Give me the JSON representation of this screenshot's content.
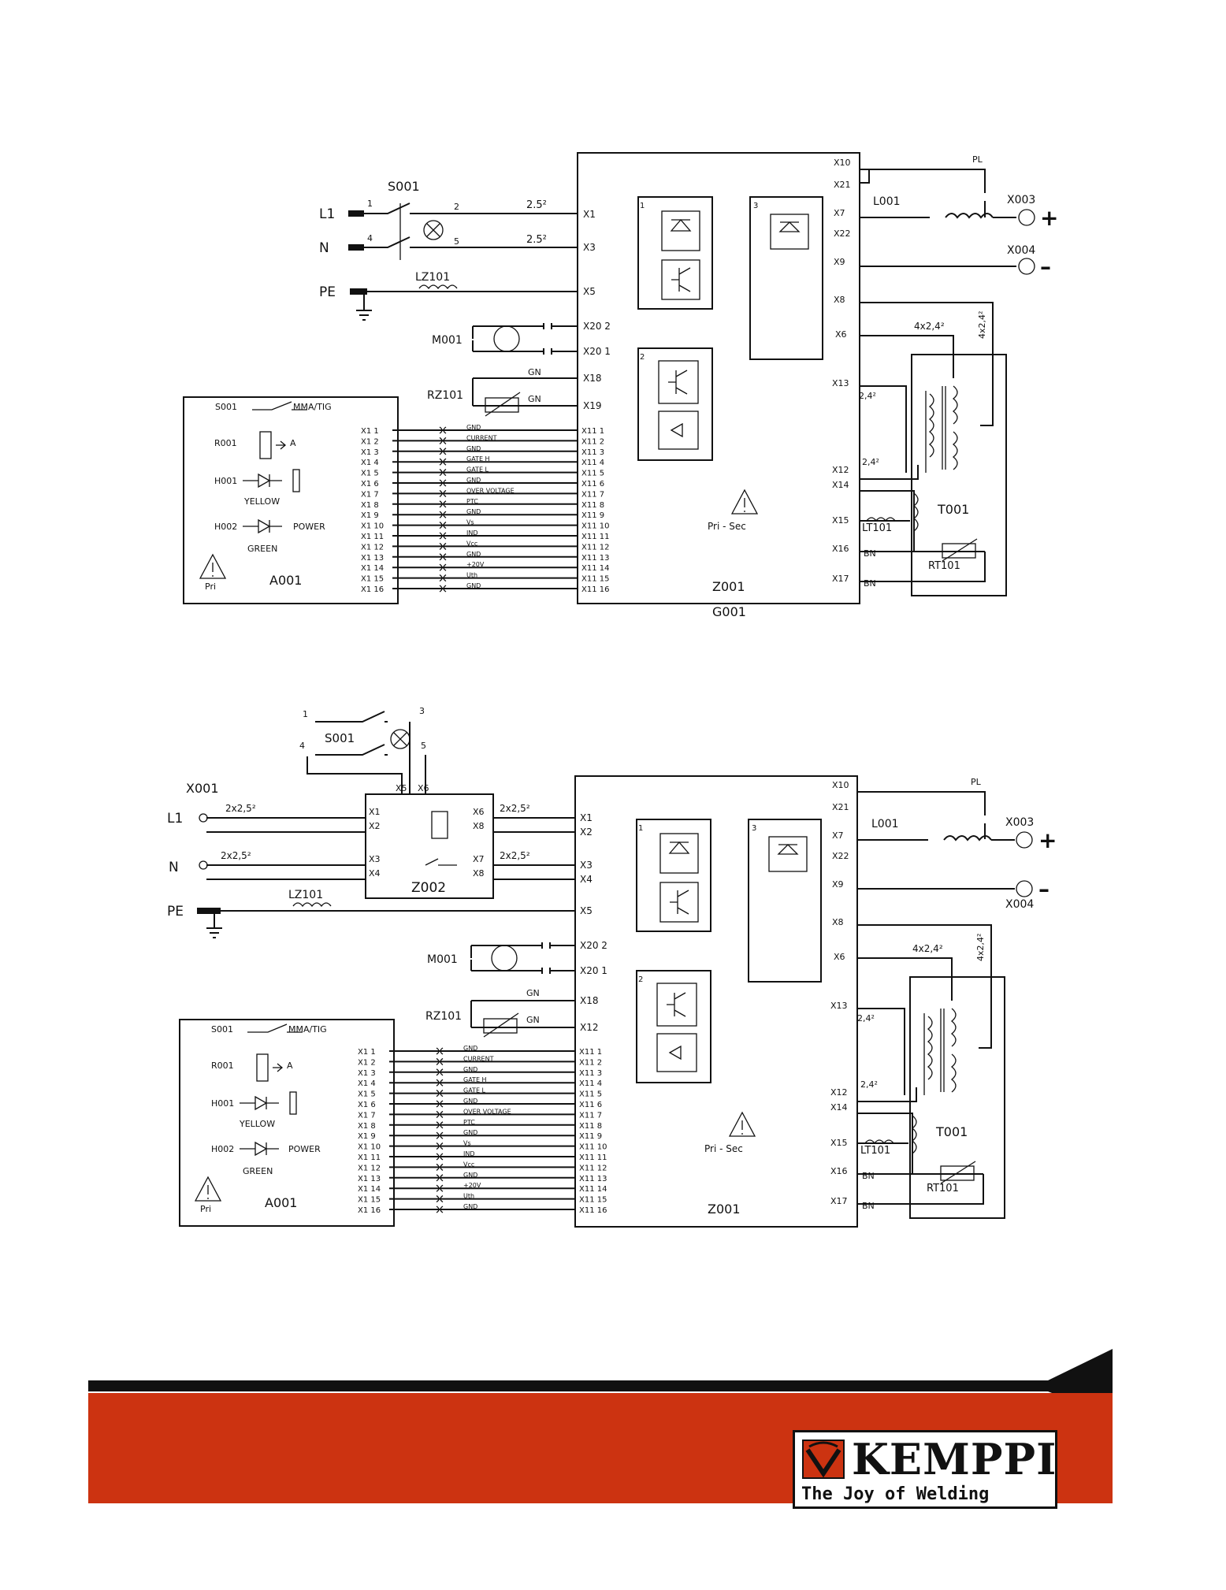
{
  "brand": {
    "name": "KEMPPI",
    "slogan": "The Joy of Welding",
    "accent": "#cc3311"
  },
  "diagram1": {
    "mains": [
      "L1",
      "N",
      "PE"
    ],
    "switch": "S001",
    "switch_terms": [
      "1",
      "2",
      "4",
      "5"
    ],
    "wire_sizes": [
      "2.5²",
      "2.5²"
    ],
    "choke_in": "LZ101",
    "fan": "M001",
    "thermistor_in": "RZ101",
    "gn": [
      "GN",
      "GN"
    ],
    "main_terms": [
      "X1",
      "X3",
      "X5",
      "X20 2",
      "X20 1",
      "X18",
      "X19"
    ],
    "board_a_terms": [
      "X1 1",
      "X1 2",
      "X1 3",
      "X1 4",
      "X1 5",
      "X1 6",
      "X1 7",
      "X1 8",
      "X1 9",
      "X1 10",
      "X1 11",
      "X1 12",
      "X1 13",
      "X1 14",
      "X1 15",
      "X1 16"
    ],
    "board_z_terms": [
      "X11 1",
      "X11 2",
      "X11 3",
      "X11 4",
      "X11 5",
      "X11 6",
      "X11 7",
      "X11 8",
      "X11 9",
      "X11 10",
      "X11 11",
      "X11 12",
      "X11 13",
      "X11 14",
      "X11 15",
      "X11 16"
    ],
    "signals": [
      "GND",
      "CURRENT",
      "GND",
      "GATE H",
      "GATE L",
      "GND",
      "OVER VOLTAGE",
      "PTC",
      "GND",
      "Vs",
      "IND",
      "Vcc",
      "GND",
      "+20V",
      "Uth",
      "GND"
    ],
    "panel": {
      "s": "S001",
      "mode": "MMA/TIG",
      "r": "R001",
      "a": "A",
      "h1": "H001",
      "yellow": "YELLOW",
      "h2": "H002",
      "power": "POWER",
      "green": "GREEN",
      "pri": "Pri",
      "name": "A001"
    },
    "blocks": [
      "1",
      "2",
      "3"
    ],
    "pri_sec": "Pri - Sec",
    "z": "Z001",
    "g": "G001",
    "right_terms": [
      "X10",
      "X21",
      "X7",
      "X22",
      "X9",
      "X8",
      "X6",
      "X13",
      "X12",
      "X14",
      "X15",
      "X16",
      "X17"
    ],
    "pl": "PL",
    "choke_out": "L001",
    "out_pos": "X003",
    "out_neg": "X004",
    "plus": "+",
    "minus": "–",
    "cable": "4x2,4²",
    "cable_v": "4x2,4²",
    "t_sizes": [
      "2,4²",
      "2,4²"
    ],
    "trafo": "T001",
    "lt": "LT101",
    "rt": "RT101",
    "bn": [
      "BN",
      "BN"
    ]
  },
  "diagram2": {
    "mains": [
      "L1",
      "N",
      "PE"
    ],
    "input_conn": "X001",
    "switch": "S001",
    "switch_terms": [
      "1",
      "3",
      "4",
      "5"
    ],
    "relay_board": "Z002",
    "relay_terms": [
      "X1",
      "X2",
      "X3",
      "X4",
      "X5",
      "X6",
      "X6",
      "X8",
      "X7",
      "X8"
    ],
    "wire_sizes": [
      "2x2,5²",
      "2x2,5²",
      "2x2,5²",
      "2x2,5²"
    ],
    "choke_in": "LZ101",
    "fan": "M001",
    "thermistor_in": "RZ101",
    "gn": [
      "GN",
      "GN"
    ],
    "main_terms": [
      "X1",
      "X2",
      "X3",
      "X4",
      "X5",
      "X20 2",
      "X20 1",
      "X18",
      "X12"
    ],
    "board_a_terms": [
      "X1 1",
      "X1 2",
      "X1 3",
      "X1 4",
      "X1 5",
      "X1 6",
      "X1 7",
      "X1 8",
      "X1 9",
      "X1 10",
      "X1 11",
      "X1 12",
      "X1 13",
      "X1 14",
      "X1 15",
      "X1 16"
    ],
    "board_z_terms": [
      "X11 1",
      "X11 2",
      "X11 3",
      "X11 4",
      "X11 5",
      "X11 6",
      "X11 7",
      "X11 8",
      "X11 9",
      "X11 10",
      "X11 11",
      "X11 12",
      "X11 13",
      "X11 14",
      "X11 15",
      "X11 16"
    ],
    "signals": [
      "GND",
      "CURRENT",
      "GND",
      "GATE H",
      "GATE L",
      "GND",
      "OVER VOLTAGE",
      "PTC",
      "GND",
      "Vs",
      "IND",
      "Vcc",
      "GND",
      "+20V",
      "Uth",
      "GND"
    ],
    "panel": {
      "s": "S001",
      "mode": "MMA/TIG",
      "r": "R001",
      "a": "A",
      "h1": "H001",
      "yellow": "YELLOW",
      "h2": "H002",
      "power": "POWER",
      "green": "GREEN",
      "pri": "Pri",
      "name": "A001"
    },
    "blocks": [
      "1",
      "2",
      "3"
    ],
    "pri_sec": "Pri - Sec",
    "z": "Z001",
    "right_terms": [
      "X10",
      "X21",
      "X7",
      "X22",
      "X9",
      "X8",
      "X6",
      "X13",
      "X12",
      "X14",
      "X15",
      "X16",
      "X17"
    ],
    "pl": "PL",
    "choke_out": "L001",
    "out_pos": "X003",
    "out_neg": "X004",
    "plus": "+",
    "minus": "–",
    "cable": "4x2,4²",
    "cable_v": "4x2,4²",
    "t_sizes": [
      "2,4²",
      "2,4²"
    ],
    "trafo": "T001",
    "lt": "LT101",
    "rt": "RT101",
    "bn": [
      "BN",
      "BN"
    ]
  }
}
